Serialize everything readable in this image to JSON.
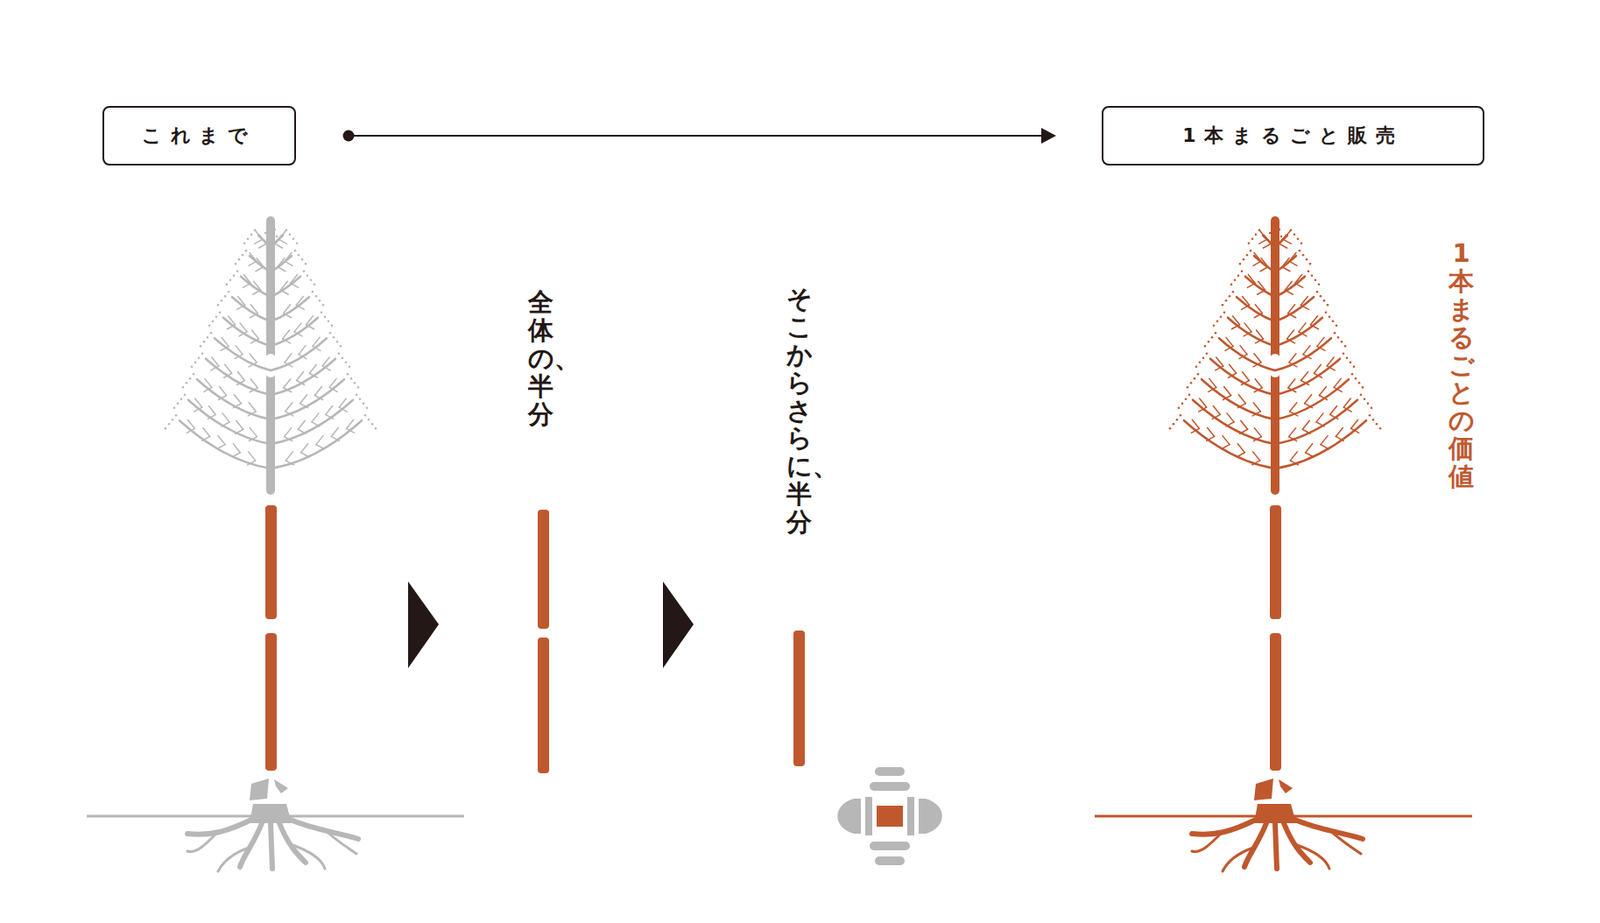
{
  "diagram": {
    "nodes": [
      {
        "text": [
          "これまで"
        ]
      },
      {
        "text": [
          "1本まるごと販売"
        ]
      }
    ],
    "edges": [
      {
        "from": 0,
        "to": 1,
        "arrow": "to"
      }
    ],
    "labels": [
      "全体の、半分",
      "そこからさらに、半分",
      "1本まるごとの価値"
    ]
  }
}
